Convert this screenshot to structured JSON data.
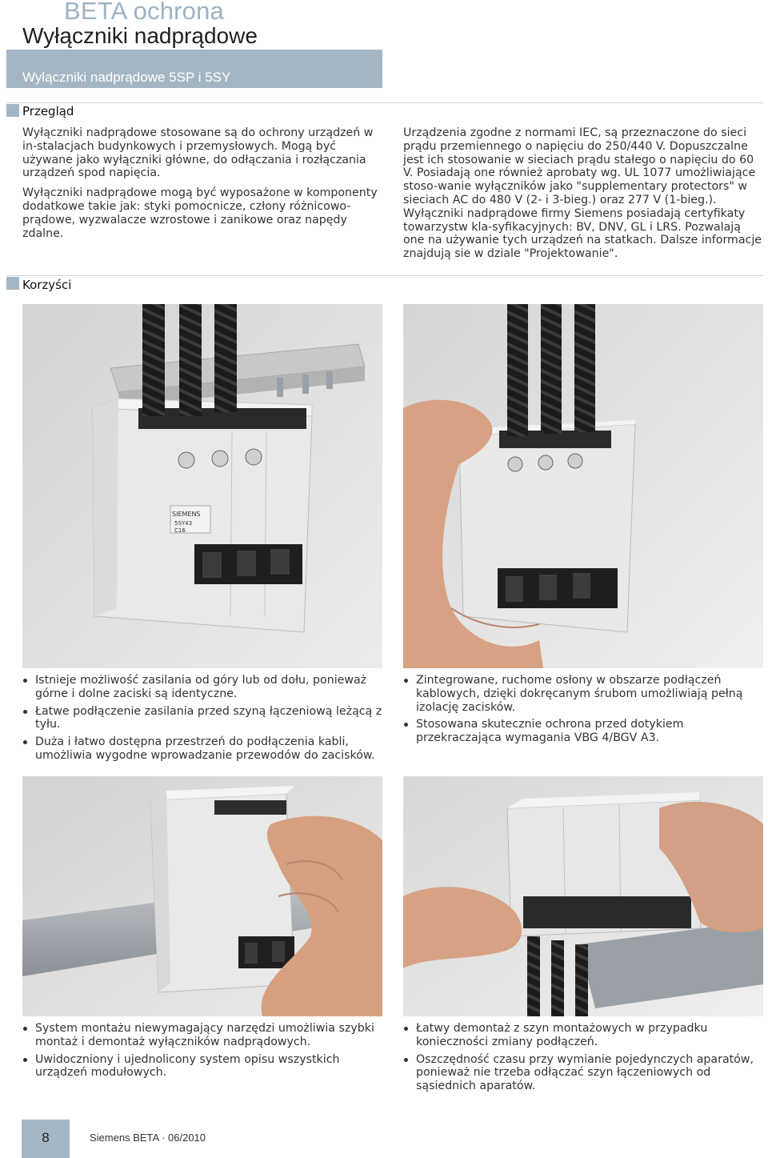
{
  "header": {
    "brand": "BETA ochrona",
    "title": "Wyłączniki nadprądowe",
    "banner": "Wyłączniki nadprądowe 5SP i 5SY"
  },
  "overview": {
    "title": "Przegląd",
    "left_p1": "Wyłączniki nadprądowe stosowane są do ochrony urządzeń w in-stalacjach budynkowych i przemysłowych. Mogą być używane jako wyłączniki główne, do odłączania i rozłączania urządzeń spod napięcia.",
    "left_p2": "Wyłączniki nadprądowe mogą być wyposażone w komponenty dodatkowe takie jak: styki pomocnicze, człony różnicowo-prądowe, wyzwalacze wzrostowe i zanikowe oraz napędy zdalne.",
    "right_p1": "Urządzenia zgodne z normami IEC, są przeznaczone do sieci prądu przemiennego o napięciu do 250/440 V. Dopuszczalne jest ich stosowanie w sieciach prądu stałego o napięciu do 60 V. Posiadają one również aprobaty wg. UL 1077 umożliwiające stoso-wanie wyłączników jako \"supplementary protectors\" w sieciach AC do 480 V (2- i 3-bieg.) oraz 277 V (1-bieg.). Wyłączniki nadprądowe firmy Siemens posiadają certyfikaty towarzystw kla-syfikacyjnych: BV, DNV, GL i LRS. Pozwalają one na używanie tych urządzeń na statkach. Dalsze informacje znajdują sie w dziale \"Projektowanie\"."
  },
  "benefits": {
    "title": "Korzyści",
    "row1_left": [
      "Istnieje możliwość zasilania od góry lub od dołu, ponieważ górne i dolne zaciski są identyczne.",
      "Łatwe podłączenie zasilania przed szyną łączeniową leżącą z tyłu.",
      "Duża i łatwo dostępna przestrzeń do podłączenia kabli, umożliwia wygodne wprowadzanie przewodów do zacisków."
    ],
    "row1_right": [
      "Zintegrowane, ruchome osłony w obszarze podłączeń kablowych, dzięki dokręcanym śrubom umożliwiają pełną izolację zacisków.",
      "Stosowana skutecznie ochrona przed dotykiem przekraczająca wymagania VBG 4/BGV A3."
    ],
    "row2_left": [
      "System montażu niewymagający narzędzi umożliwia szybki montaż i demontaż wyłączników nadprądowych.",
      "Uwidoczniony i ujednolicony system opisu wszystkich urządzeń modułowych."
    ],
    "row2_right": [
      "Łatwy demontaż z szyn montażowych w przypadku konieczności zmiany podłączeń.",
      "Oszczędność czasu przy wymianie pojedynczych aparatów, ponieważ nie trzeba odłączać szyn łączeniowych od sąsiednich aparatów."
    ]
  },
  "product_labels": {
    "brand_on_device": "SIEMENS",
    "model": "5SY43",
    "rating": "C16"
  },
  "footer": {
    "page": "8",
    "text": "Siemens BETA · 06/2010"
  },
  "colors": {
    "accent": "#a4b6c3",
    "brand_light": "#9cb3c4"
  }
}
